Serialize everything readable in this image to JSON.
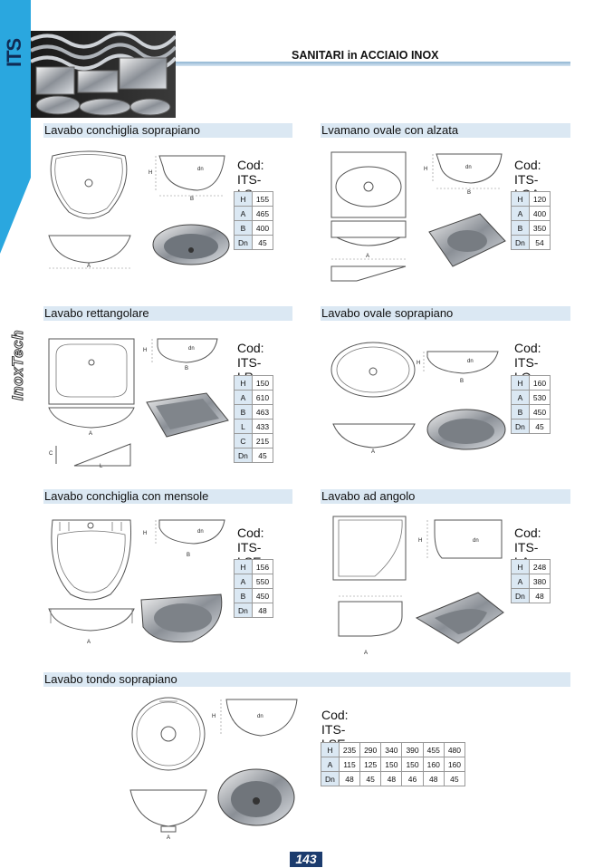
{
  "brand": {
    "strip_logo": "ITS",
    "side_brand": "InoxTech"
  },
  "header": {
    "title": "SANITARI in ACCIAIO INOX"
  },
  "products": [
    {
      "title": "Lavabo conchiglia soprapiano",
      "cod_label": "Cod:",
      "code": "ITS-LS",
      "specs": [
        [
          "H",
          "155"
        ],
        [
          "A",
          "465"
        ],
        [
          "B",
          "400"
        ],
        [
          "Dn",
          "45"
        ]
      ]
    },
    {
      "title": "Lvamano ovale con alzata",
      "cod_label": "Cod:",
      "code": "ITS-LOA",
      "specs": [
        [
          "H",
          "120"
        ],
        [
          "A",
          "400"
        ],
        [
          "B",
          "350"
        ],
        [
          "Dn",
          "54"
        ]
      ]
    },
    {
      "title": "Lavabo rettangolare",
      "cod_label": "Cod:",
      "code": "ITS-LR",
      "specs": [
        [
          "H",
          "150"
        ],
        [
          "A",
          "610"
        ],
        [
          "B",
          "463"
        ],
        [
          "L",
          "433"
        ],
        [
          "C",
          "215"
        ],
        [
          "Dn",
          "45"
        ]
      ]
    },
    {
      "title": "Lavabo ovale soprapiano",
      "cod_label": "Cod:",
      "code": "ITS-LO",
      "specs": [
        [
          "H",
          "160"
        ],
        [
          "A",
          "530"
        ],
        [
          "B",
          "450"
        ],
        [
          "Dn",
          "45"
        ]
      ]
    },
    {
      "title": "Lavabo conchiglia con mensole",
      "cod_label": "Cod:",
      "code": "ITS-LSE",
      "specs": [
        [
          "H",
          "156"
        ],
        [
          "A",
          "550"
        ],
        [
          "B",
          "450"
        ],
        [
          "Dn",
          "48"
        ]
      ]
    },
    {
      "title": "Lavabo ad angolo",
      "cod_label": "Cod:",
      "code": "ITS-LA",
      "specs": [
        [
          "H",
          "248"
        ],
        [
          "A",
          "380"
        ],
        [
          "Dn",
          "48"
        ]
      ]
    },
    {
      "title": "Lavabo tondo soprapiano",
      "cod_label": "Cod:",
      "code": "ITS-LSE",
      "specs": [
        [
          "H",
          "235",
          "290",
          "340",
          "390",
          "455",
          "480"
        ],
        [
          "A",
          "115",
          "125",
          "150",
          "150",
          "160",
          "160"
        ],
        [
          "Dn",
          "48",
          "45",
          "48",
          "46",
          "48",
          "45"
        ]
      ]
    }
  ],
  "drawing_labels": {
    "h": "H",
    "a": "A",
    "b": "B",
    "dn": "dn",
    "l": "L",
    "c": "C"
  },
  "page_number": "143",
  "colors": {
    "accent_blue": "#2aa7df",
    "title_band": "#dbe8f3",
    "page_number_bg": "#1c3c6e"
  }
}
